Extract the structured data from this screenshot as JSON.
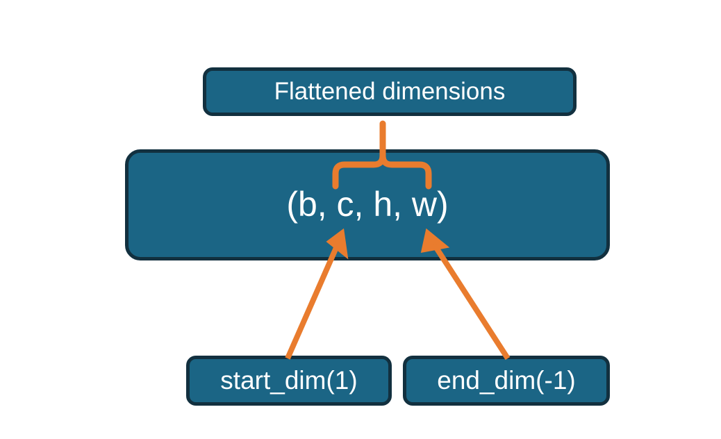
{
  "diagram": {
    "title_text": "Flattened dimensions",
    "background_color": "#ffffff",
    "node_fill_color": "#1b6585",
    "node_border_color": "#12303f",
    "node_text_color": "#ffffff",
    "connector_color": "#e97c2e",
    "nodes": [
      {
        "id": "flattened",
        "label": "Flattened dimensions"
      },
      {
        "id": "shape",
        "label": "(b, c, h, w)"
      },
      {
        "id": "start_dim",
        "label": "start_dim(1)"
      },
      {
        "id": "end_dim",
        "label": "end_dim(-1)"
      }
    ],
    "connectors": [
      {
        "id": "brace",
        "kind": "curly-brace",
        "from": "shape-dims-c-h-w",
        "to": "flattened"
      },
      {
        "id": "arrow-start-dim",
        "kind": "arrow",
        "from": "start_dim",
        "to": "shape-dim-c"
      },
      {
        "id": "arrow-end-dim",
        "kind": "arrow",
        "from": "end_dim",
        "to": "shape-dim-w"
      }
    ]
  }
}
